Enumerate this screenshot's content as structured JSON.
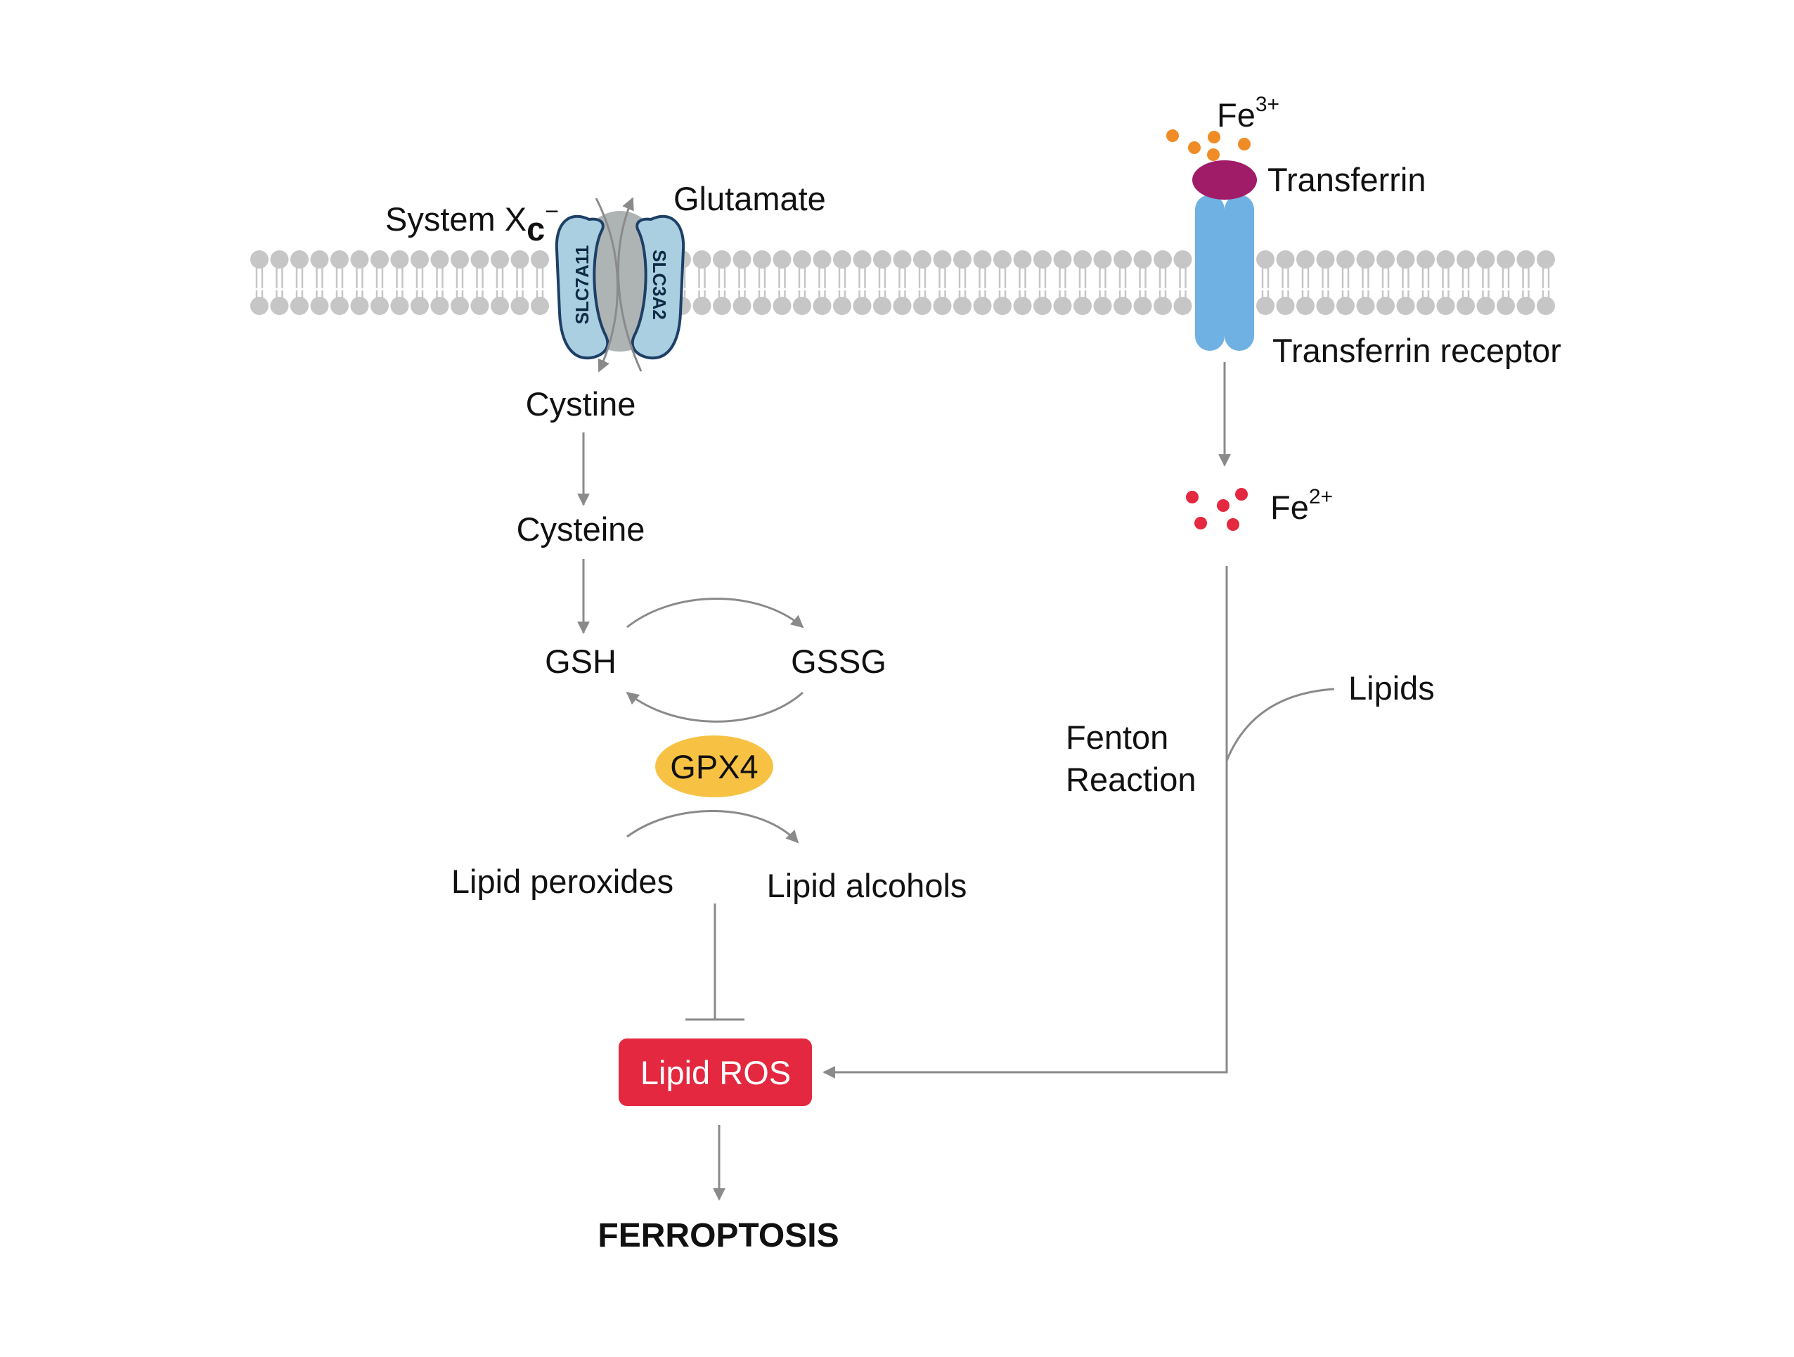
{
  "membrane": {
    "lipid_color": "#c6c6c6"
  },
  "system_xc": {
    "label": "System X",
    "subscript": "c",
    "superscript": "−",
    "subunit_left": "SLC7A11",
    "subunit_right": "SLC3A2",
    "glutamate": "Glutamate",
    "cystine": "Cystine",
    "subunit_color": "#a9cfe0",
    "outline_color": "#1e3f66",
    "core_color": "#aeb4b4"
  },
  "iron_uptake": {
    "fe3": "Fe",
    "fe3_charge": "3+",
    "transferrin": "Transferrin",
    "receptor": "Transferrin receptor",
    "fe2": "Fe",
    "fe2_charge": "2+",
    "fe3_color": "#ef8c26",
    "fe2_color": "#e3283f",
    "transferrin_color": "#a01c68",
    "receptor_color": "#6fb1e2"
  },
  "pathway": {
    "cysteine": "Cysteine",
    "gsh": "GSH",
    "gssg": "GSSG",
    "gpx4": "GPX4",
    "gpx4_color": "#f7c244",
    "lipid_peroxides": "Lipid peroxides",
    "lipid_alcohols": "Lipid alcohols",
    "fenton_line1": "Fenton",
    "fenton_line2": "Reaction",
    "lipids": "Lipids",
    "lipid_ros": "Lipid ROS",
    "lipid_ros_color": "#e3283f",
    "outcome": "FERROPTOSIS"
  },
  "arrow_color": "#8a8a8a"
}
